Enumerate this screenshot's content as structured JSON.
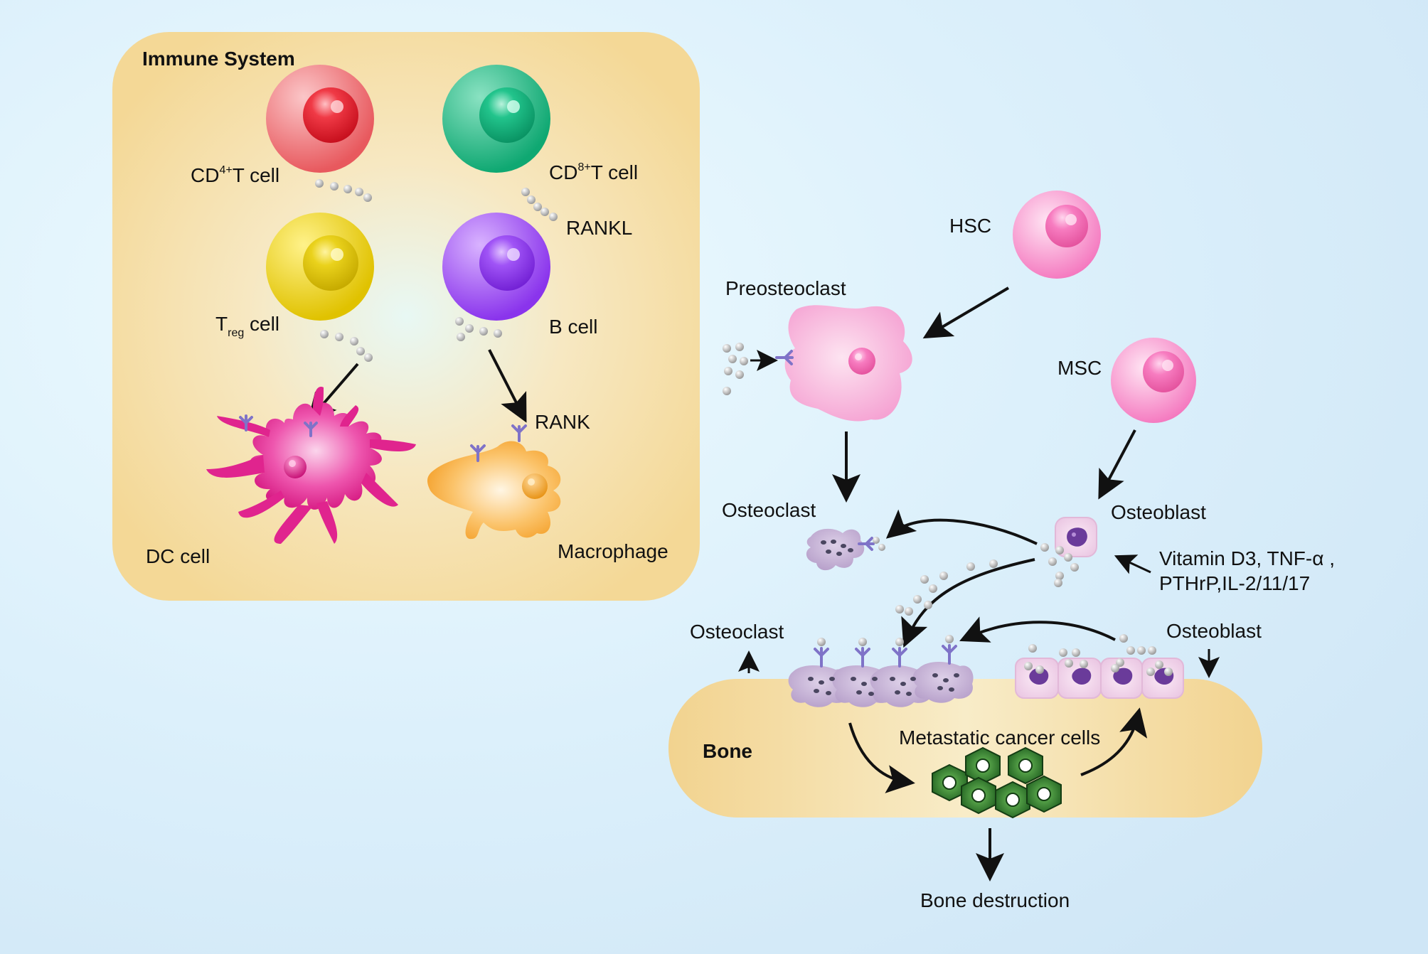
{
  "immune_panel": {
    "title": "Immune System",
    "cd4_label": "CD",
    "cd4_sup": "4+",
    "cd4_suffix": "T cell",
    "cd8_label": "CD",
    "cd8_sup": "8+",
    "cd8_suffix": "T cell",
    "rankl_label": "RANKL",
    "treg_label": "T",
    "treg_sub": "reg",
    "treg_suffix": " cell",
    "bcell_label": "B cell",
    "rank_label": "RANK",
    "dc_label": "DC cell",
    "macrophage_label": "Macrophage"
  },
  "bone_panel": {
    "hsc_label": "HSC",
    "preosteoclast_label": "Preosteoclast",
    "msc_label": "MSC",
    "osteoclast_label": "Osteoclast",
    "osteoblast_label": "Osteoblast",
    "factors_line1": "Vitamin D3, TNF-α ,",
    "factors_line2": "PTHrP,IL-2/11/17",
    "osteoclast_layer_label": "Osteoclast",
    "osteoblast_layer_label": "Osteoblast",
    "bone_label": "Bone",
    "cancer_label": "Metastatic cancer cells",
    "destruction_label": "Bone destruction"
  },
  "colors": {
    "cd4": "#e8595e",
    "cd8": "#12b07a",
    "treg": "#e3c700",
    "bcell": "#9a45f0",
    "dc": "#e0248e",
    "macrophage": "#f4a630",
    "pink_cell": "#f77cc0",
    "osteoclast": "#b9a1cc",
    "osteoblast": "#ecc9e6",
    "receptor": "#7f73c8",
    "cancer": "#2e7d2e",
    "panel": "#f4d896",
    "bone": "#f2d38f"
  }
}
